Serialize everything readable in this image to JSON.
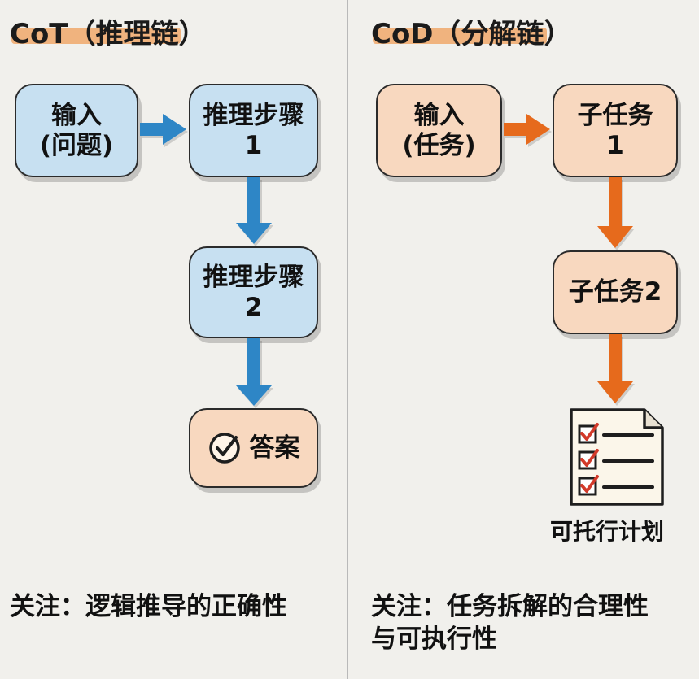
{
  "left": {
    "title": "CoT（推理链）",
    "input": {
      "line1": "输入",
      "line2": "(问题)"
    },
    "step1": {
      "line1": "推理步骤",
      "line2": "1"
    },
    "step2": {
      "line1": "推理步骤",
      "line2": "2"
    },
    "answer": {
      "label": "答案",
      "icon": "check-circle-icon"
    },
    "note": "关注：逻辑推导的正确性"
  },
  "right": {
    "title": "CoD（分解链）",
    "input": {
      "line1": "输入",
      "line2": "(任务)"
    },
    "sub1": {
      "line1": "子任务",
      "line2": "1"
    },
    "sub2": {
      "label": "子任务2"
    },
    "plan": {
      "label": "可托行计划",
      "icon": "checklist-document-icon"
    },
    "note_line1": "关注：任务拆解的合理性",
    "note_line2": "与可执行性"
  },
  "colors": {
    "blue_fill": "#c7e0f1",
    "blue_arrow": "#2f86c6",
    "orange_fill": "#f8d8bf",
    "orange_arrow": "#e66a1f",
    "title_highlight": "#f0b37e",
    "check_red": "#d23a2a"
  }
}
